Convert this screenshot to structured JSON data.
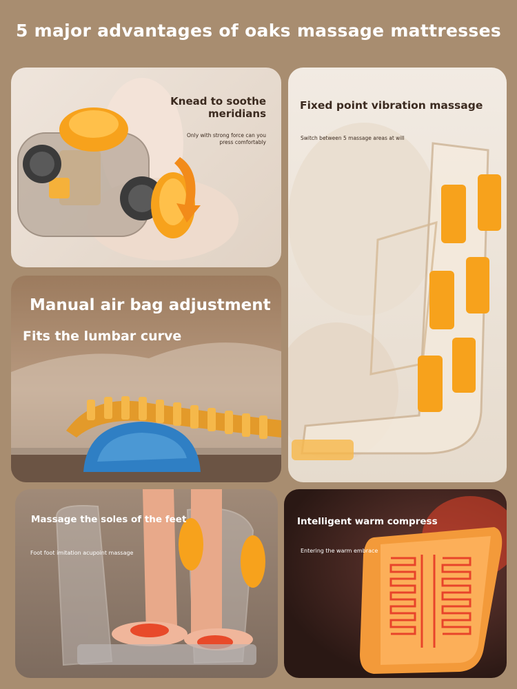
{
  "page": {
    "title": "5 major advantages of oaks massage mattresses"
  },
  "panels": {
    "knead": {
      "title_line1": "Knead to soothe",
      "title_line2": "meridians",
      "subtitle_line1": "Only with strong force can you",
      "subtitle_line2": "press comfortably"
    },
    "vibration": {
      "title": "Fixed point vibration massage",
      "subtitle": "Switch between 5 massage areas at will"
    },
    "airbag": {
      "title": "Manual air bag adjustment",
      "subtitle": "Fits the lumbar curve"
    },
    "feet": {
      "title": "Massage the soles of the feet",
      "subtitle": "Foot foot imitation acupoint massage"
    },
    "warm": {
      "title": "Intelligent warm compress",
      "subtitle": "Entering the warm embrace"
    }
  },
  "colors": {
    "background": "#a88d70",
    "accent_orange": "#f7a21c",
    "airbag_blue": "#2f7fc4",
    "heat_red": "#e8442a"
  },
  "icons": {
    "knead": "massage-roller-icon",
    "vibration": "vibration-nodes-icon",
    "airbag": "airbag-spine-icon",
    "feet": "foot-massager-icon",
    "warm": "heating-pad-icon"
  }
}
